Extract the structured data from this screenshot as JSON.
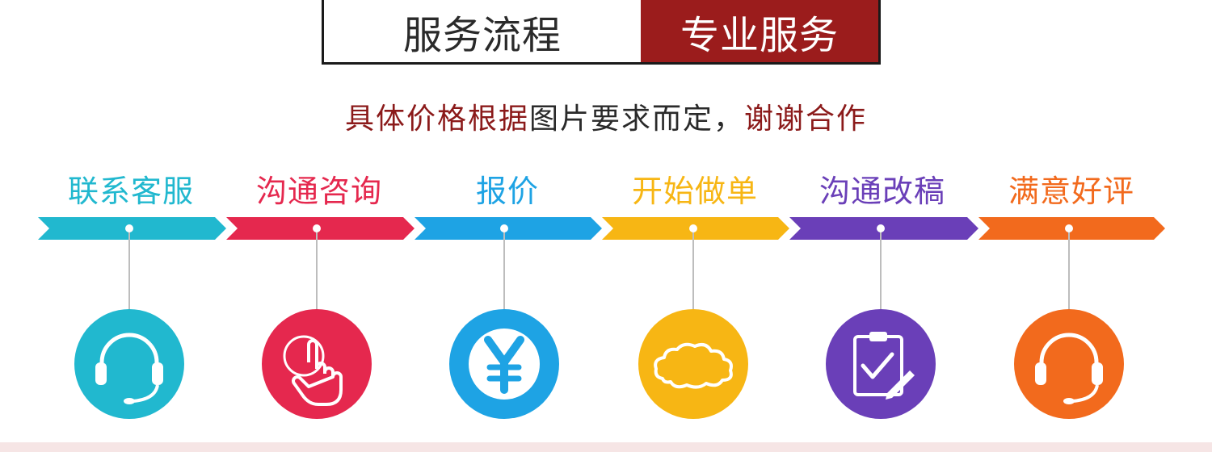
{
  "header": {
    "title_left": "服务流程",
    "title_right": "专业服务",
    "accent_color": "#9b1c1c"
  },
  "subtitle": {
    "highlight_1": "具体价格根据",
    "middle": "图片要求而定，",
    "highlight_2": "谢谢合作"
  },
  "steps": [
    {
      "label": "联系客服",
      "color": "#21b8cf",
      "icon": "headset-icon"
    },
    {
      "label": "沟通咨询",
      "color": "#e5284e",
      "icon": "pointing-hand-icon"
    },
    {
      "label": "报价",
      "color": "#1ea3e4",
      "icon": "yen-icon"
    },
    {
      "label": "开始做单",
      "color": "#f7b614",
      "icon": "cloud-icon"
    },
    {
      "label": "沟通改稿",
      "color": "#6a3fb8",
      "icon": "clipboard-edit-icon"
    },
    {
      "label": "满意好评",
      "color": "#f26a1d",
      "icon": "headset-icon"
    }
  ]
}
